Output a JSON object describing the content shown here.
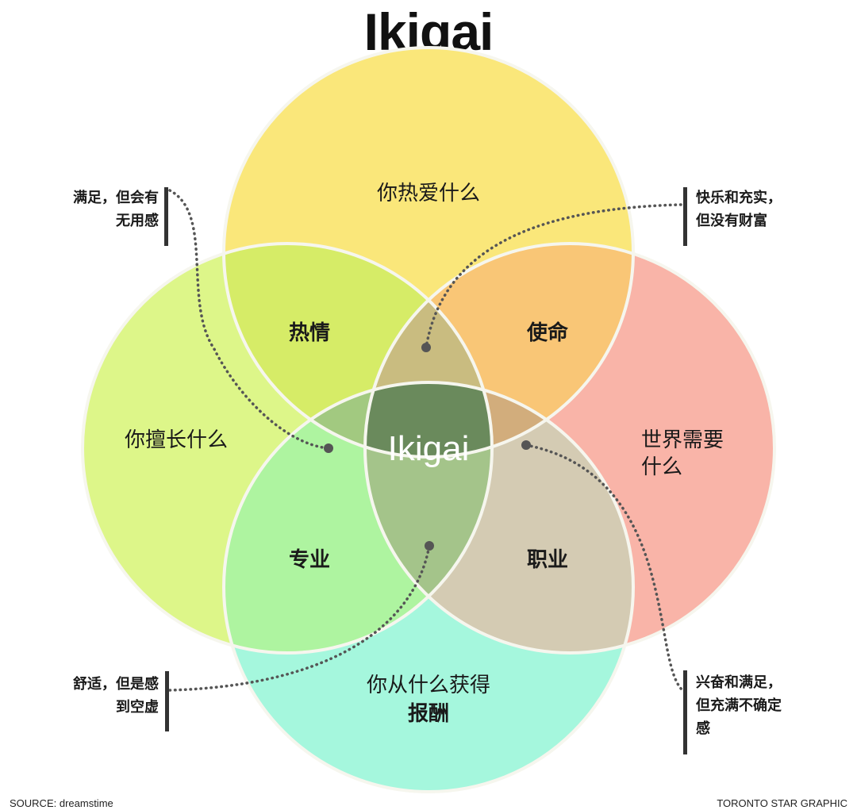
{
  "title": "Ikigai",
  "subtitle": "在日语中的意思是：存在的理由",
  "circles": {
    "top": {
      "label": "你热爱什么",
      "color": "#fae77a"
    },
    "left": {
      "label": "你擅长什么",
      "color": "#ddf689"
    },
    "right": {
      "label_line1": "世界需要",
      "label_line2": "什么",
      "color": "#f9b4a8"
    },
    "bottom": {
      "label_line1": "你从什么获得",
      "label_line2": "报酬",
      "color": "#a5f7dd"
    }
  },
  "overlaps": {
    "passion": "热情",
    "mission": "使命",
    "profession": "专业",
    "vocation": "职业"
  },
  "center": {
    "label": "Ikigai",
    "color": "#6a8a5c"
  },
  "annotations": {
    "top_left": {
      "line1": "满足，但会有",
      "line2": "无用感"
    },
    "top_right": {
      "line1": "快乐和充实，",
      "line2": "但没有财富"
    },
    "bottom_left": {
      "line1": "舒适，但是感",
      "line2": "到空虚"
    },
    "bottom_right": {
      "line1": "兴奋和满足，",
      "line2": "但充满不确定",
      "line3": "感"
    }
  },
  "source": "SOURCE: dreamstime",
  "credit": "TORONTO STAR GRAPHIC"
}
